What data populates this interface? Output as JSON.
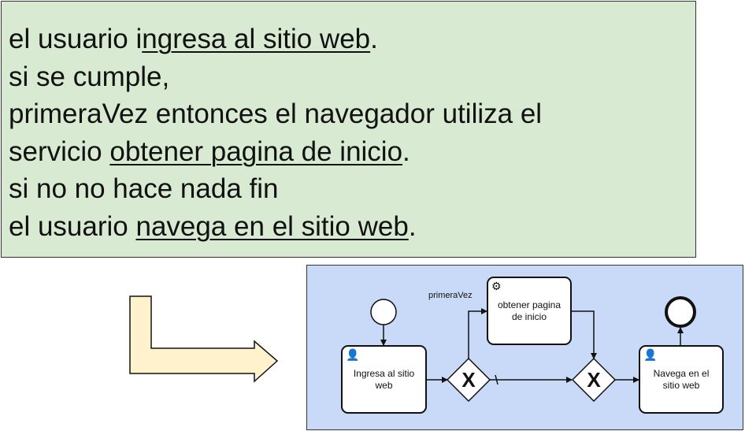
{
  "text_panel": {
    "lines": [
      {
        "pre": "el usuario i",
        "link": "ngresa al sitio web",
        "post": "."
      },
      {
        "pre": "si se cumple,",
        "link": "",
        "post": ""
      },
      {
        "pre": "primeraVez entonces el navegador utiliza el",
        "link": "",
        "post": ""
      },
      {
        "pre": "servicio ",
        "link": "obtener pagina de inicio",
        "post": "."
      },
      {
        "pre": "si no no hace nada fin",
        "link": "",
        "post": ""
      },
      {
        "pre": "el usuario ",
        "link": "navega en el sitio web",
        "post": "."
      }
    ]
  },
  "colors": {
    "text_panel_bg": "#d9ead3",
    "diagram_bg": "#c9daf8",
    "arrow_fill": "#fff2cc"
  },
  "diagram": {
    "tasks": {
      "ingresa": "Ingresa al sitio web",
      "obtener": "obtener pagina de inicio",
      "navega": "Navega en el sitio web"
    },
    "condition_label": "primeraVez",
    "gateway_symbol": "X",
    "icons": {
      "user_task": "user-icon",
      "service_task": "gear-icon"
    }
  }
}
